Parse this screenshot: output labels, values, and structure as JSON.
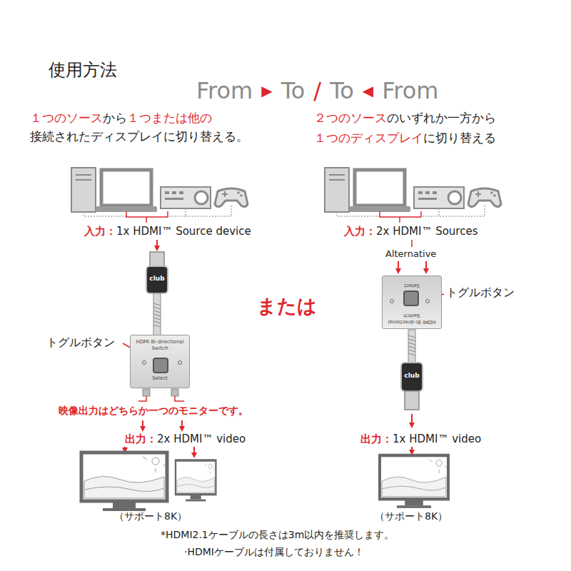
{
  "diagram": {
    "title": "使用方法",
    "nodes": [
      {
        "text": [
          "HDMI Bi-directional Switch",
          "Select"
        ]
      },
      {
        "text": [
          "HDMI Bi-directional Switch",
          "Select"
        ]
      }
    ],
    "labels": [
      "From",
      "▶",
      "To",
      "/",
      "To",
      "◀",
      "From",
      "１つのソース",
      "から",
      "１つまたは他の",
      "接続されたディスプレイに切り替える。",
      "２つのソース",
      "のいずれか一方から",
      "１つのディスプレイ",
      "に切り替える",
      "入力：",
      "1x HDMI™ Source device",
      "入力：",
      "2x HDMI™ Sources",
      "Alternative",
      "または",
      "トグルボタン",
      "トグルボタン",
      "映像出力はどちらか一つのモニターです。",
      "出力：",
      "2x HDMI™ video",
      "出力：",
      "1x HDMI™ video",
      "（サポート8K）",
      "（サポート8K）",
      "*HDMI2.1ケーブルの長さは3m以内を推奨します。",
      "·HDMIケーブルは付属しておりません！",
      "club",
      "club"
    ]
  }
}
